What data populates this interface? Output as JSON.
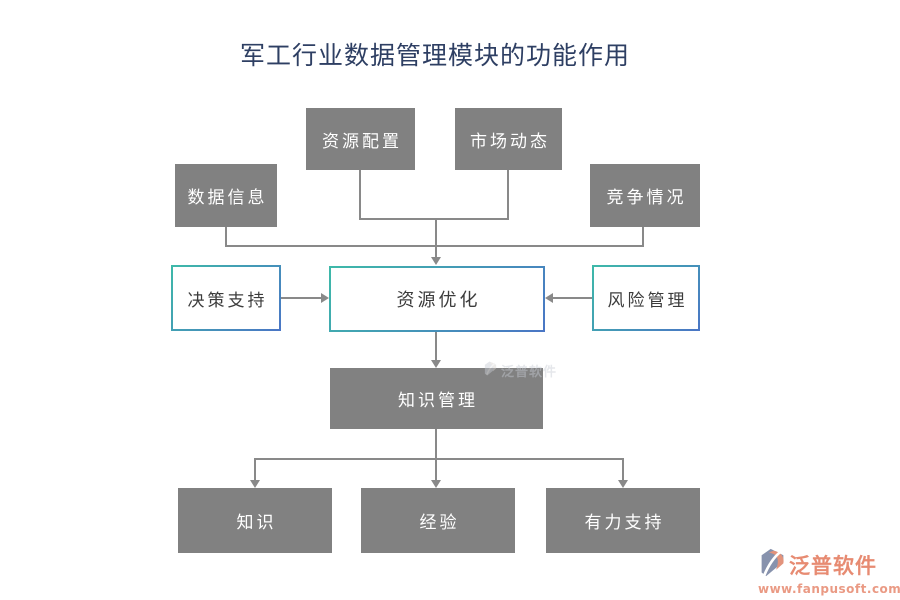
{
  "title": "军工行业数据管理模块的功能作用",
  "nodes": {
    "resource_allocation": "资源配置",
    "market_dynamics": "市场动态",
    "data_information": "数据信息",
    "competition_status": "竞争情况",
    "decision_support": "决策支持",
    "resource_optimization": "资源优化",
    "risk_management": "风险管理",
    "knowledge_management": "知识管理",
    "knowledge": "知识",
    "experience": "经验",
    "strong_support": "有力支持"
  },
  "watermark": {
    "brand": "泛普软件"
  },
  "logo": {
    "brand": "泛普软件",
    "url": "www.fanpusoft.com"
  },
  "colors": {
    "title_text": "#2e3f63",
    "gray_node": "#818181",
    "connector": "#898989",
    "border_teal": "#3eb9a9",
    "border_blue": "#4a76c5",
    "logo_coral": "#e78b72",
    "logo_slate": "#8792ad"
  }
}
